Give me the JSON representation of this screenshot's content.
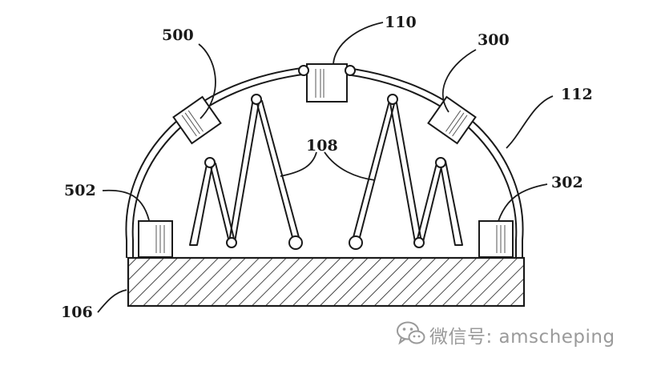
{
  "labels": {
    "l110": "110",
    "l500": "500",
    "l300": "300",
    "l112": "112",
    "l108": "108",
    "l502": "502",
    "l302": "302",
    "l106": "106"
  },
  "watermark": {
    "text": "微信号: amscheping",
    "icon": "wechat-icon",
    "color": "#9a9a9a"
  },
  "colors": {
    "line": "#1a1a1a",
    "background": "#ffffff"
  }
}
